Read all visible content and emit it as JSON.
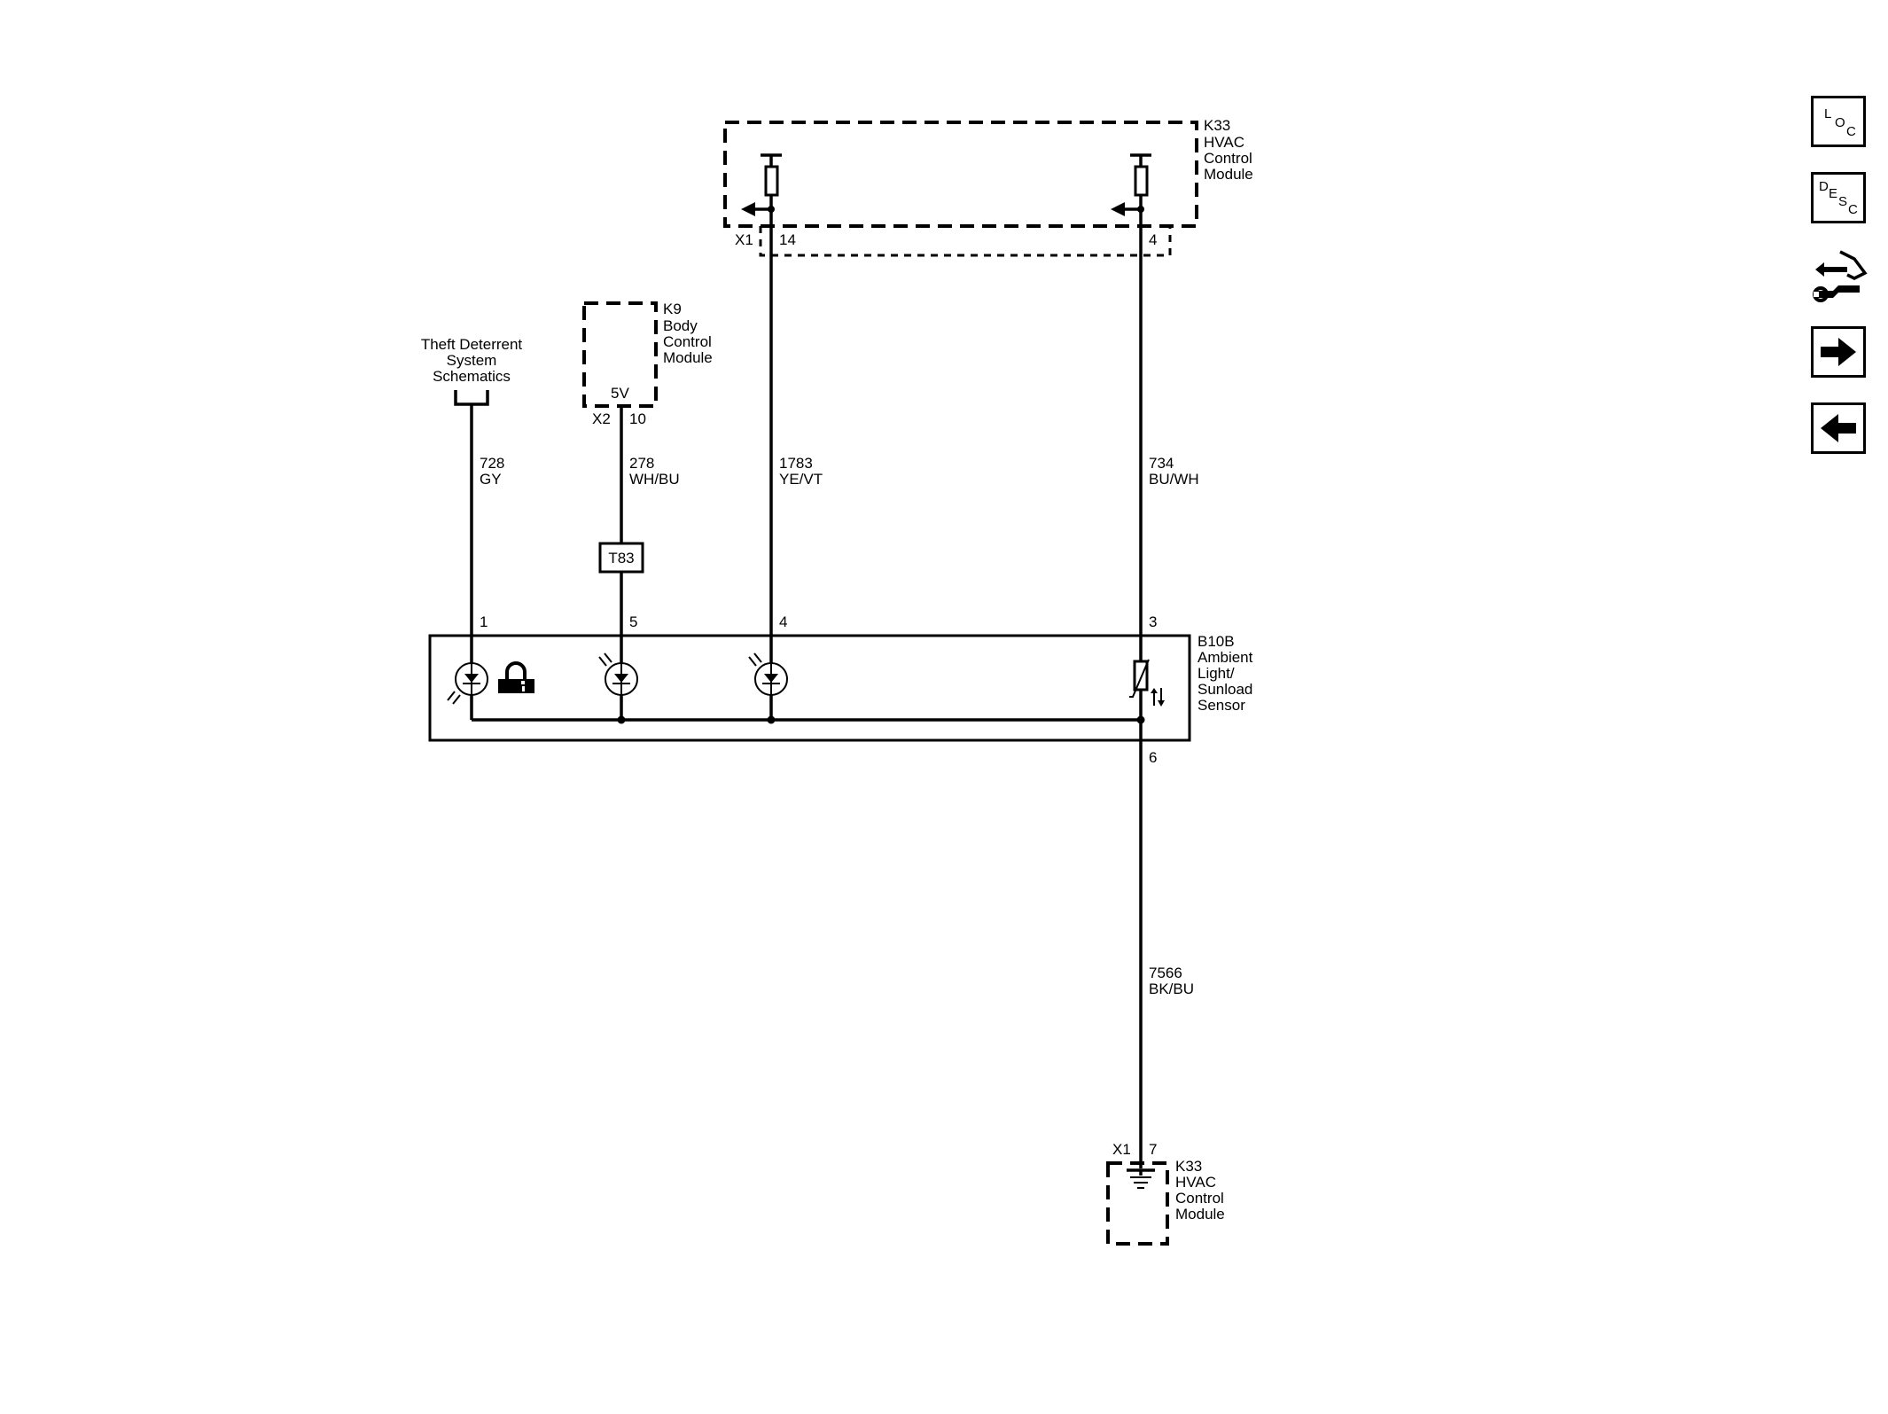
{
  "k33_top": {
    "id": "K33",
    "line1": "HVAC",
    "line2": "Control",
    "line3": "Module",
    "connector": "X1",
    "pin_left": "14",
    "pin_right": "4"
  },
  "k9": {
    "id": "K9",
    "line1": "Body",
    "line2": "Control",
    "line3": "Module",
    "voltage": "5V",
    "connector": "X2",
    "pin": "10"
  },
  "theft": {
    "line1": "Theft Deterrent",
    "line2": "System",
    "line3": "Schematics"
  },
  "wires": {
    "w728": {
      "circuit": "728",
      "color": "GY"
    },
    "w278": {
      "circuit": "278",
      "color": "WH/BU"
    },
    "w1783": {
      "circuit": "1783",
      "color": "YE/VT"
    },
    "w734": {
      "circuit": "734",
      "color": "BU/WH"
    },
    "w7566": {
      "circuit": "7566",
      "color": "BK/BU"
    }
  },
  "splice": {
    "label": "T83"
  },
  "b10b": {
    "id": "B10B",
    "line1": "Ambient",
    "line2": "Light/",
    "line3": "Sunload",
    "line4": "Sensor",
    "pin1": "1",
    "pin5": "5",
    "pin4": "4",
    "pin3": "3",
    "pin6": "6"
  },
  "k33_bottom": {
    "id": "K33",
    "line1": "HVAC",
    "line2": "Control",
    "line3": "Module",
    "connector": "X1",
    "pin": "7"
  },
  "nav": {
    "loc_letters": [
      "L",
      "O",
      "C"
    ],
    "desc_letters": [
      "D",
      "E",
      "S",
      "C"
    ]
  }
}
